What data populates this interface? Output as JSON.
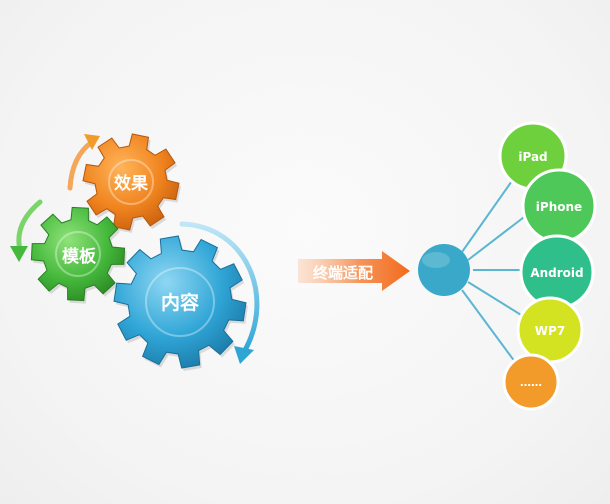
{
  "gears": {
    "effect": {
      "label": "效果",
      "color": "#f0841f"
    },
    "template": {
      "label": "模板",
      "color": "#45b93c"
    },
    "content": {
      "label": "内容",
      "color": "#2fa5d6"
    }
  },
  "arrow": {
    "label": "终端适配",
    "color": "#f26a1b"
  },
  "hub": {
    "color": "#3aa9c9"
  },
  "devices": [
    {
      "label": "iPad",
      "color": "#6fd03d"
    },
    {
      "label": "iPhone",
      "color": "#4fc85a"
    },
    {
      "label": "Android",
      "color": "#2fbf8a"
    },
    {
      "label": "WP7",
      "color": "#d4e321"
    },
    {
      "label": "……",
      "color": "#f29a2a"
    }
  ]
}
